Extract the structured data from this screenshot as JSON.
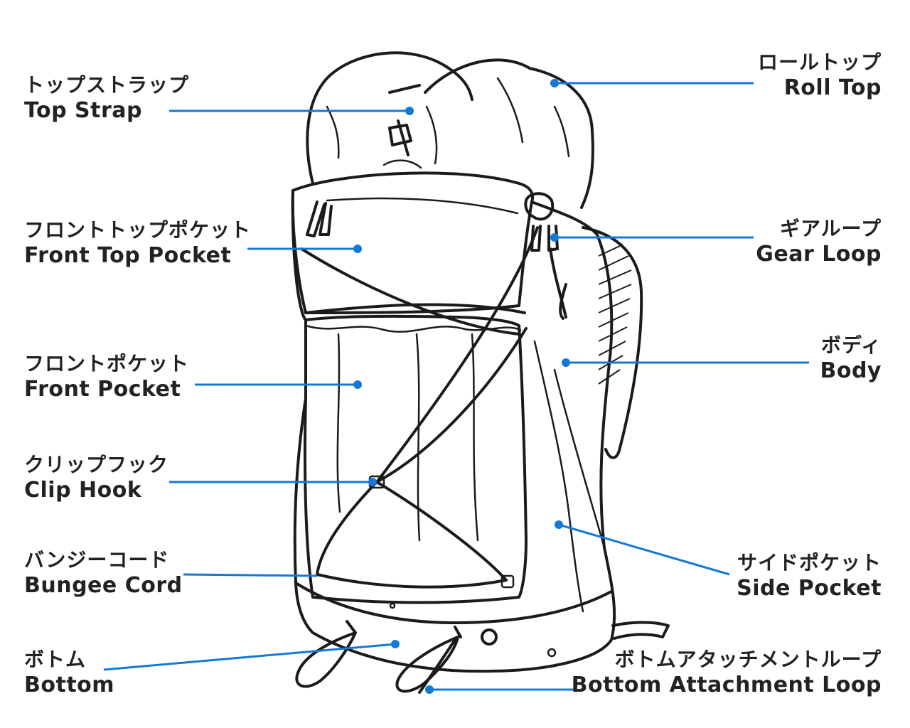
{
  "labels": {
    "top_strap": {
      "jp": "トップストラップ",
      "en": "Top Strap"
    },
    "front_top_pocket": {
      "jp": "フロントトップポケット",
      "en": "Front Top Pocket"
    },
    "front_pocket": {
      "jp": "フロントポケット",
      "en": "Front Pocket"
    },
    "clip_hook": {
      "jp": "クリップフック",
      "en": "Clip Hook"
    },
    "bungee_cord": {
      "jp": "バンジーコード",
      "en": "Bungee Cord"
    },
    "bottom": {
      "jp": "ボトム",
      "en": "Bottom"
    },
    "roll_top": {
      "jp": "ロールトップ",
      "en": "Roll Top"
    },
    "gear_loop": {
      "jp": "ギアループ",
      "en": "Gear Loop"
    },
    "body": {
      "jp": "ボディ",
      "en": "Body"
    },
    "side_pocket": {
      "jp": "サイドポケット",
      "en": "Side Pocket"
    },
    "bottom_attachment_loop": {
      "jp": "ボトムアタッチメントループ",
      "en": "Bottom Attachment Loop"
    }
  },
  "colors": {
    "leader_line": "#1479d6",
    "outline": "#1b1b1b",
    "text": "#222222",
    "background": "#ffffff"
  }
}
